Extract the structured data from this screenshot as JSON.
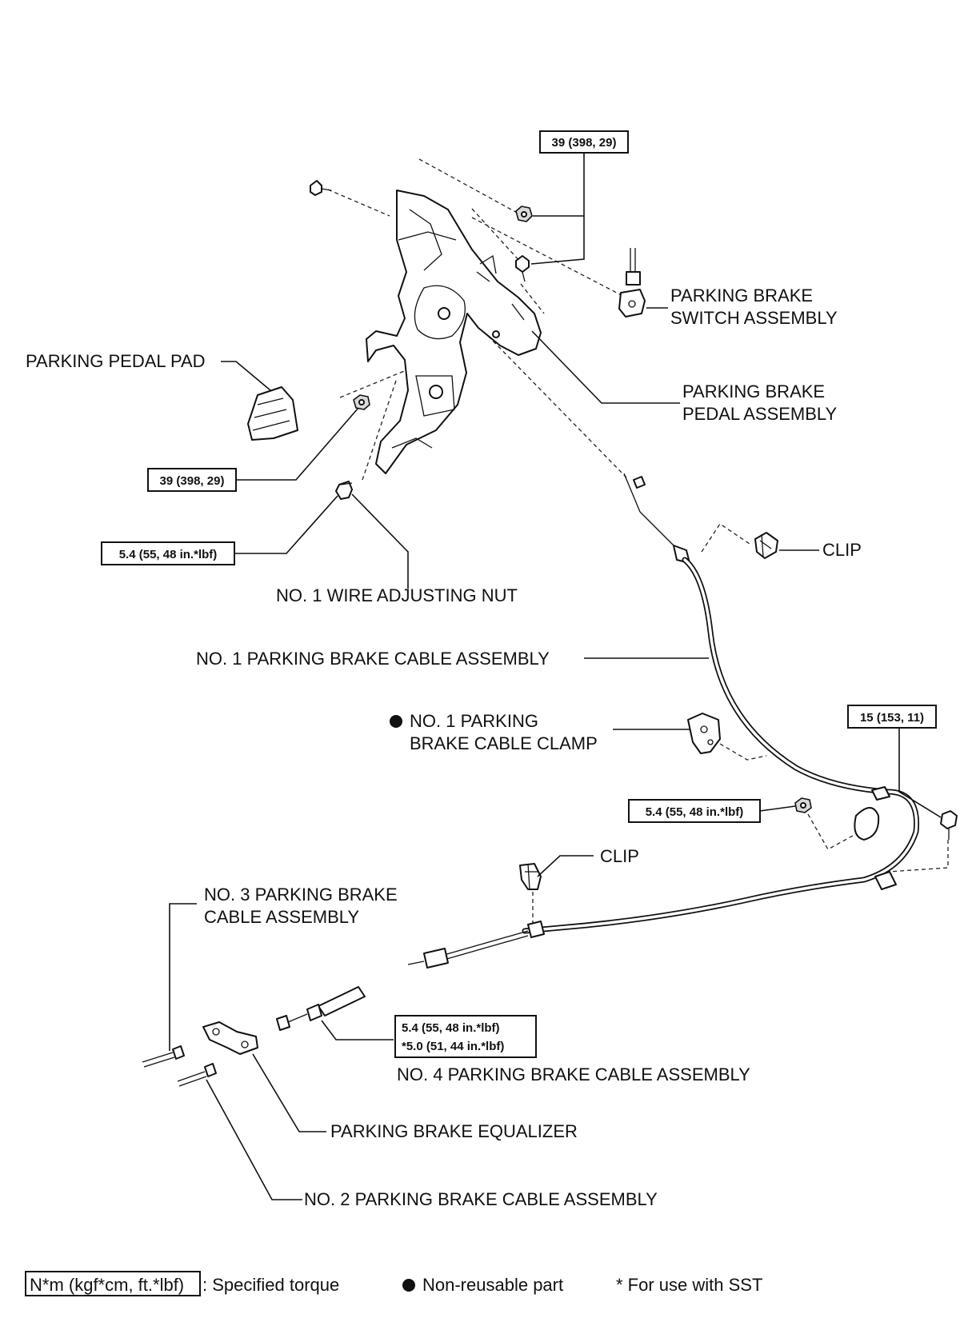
{
  "labels": {
    "switch_line1": "PARKING BRAKE",
    "switch_line2": "SWITCH ASSEMBLY",
    "pedal_pad": "PARKING PEDAL PAD",
    "pedal_line1": "PARKING BRAKE",
    "pedal_line2": "PEDAL ASSEMBLY",
    "clip_upper": "CLIP",
    "adjusting_nut": "NO. 1 WIRE ADJUSTING NUT",
    "no1_cable": "NO. 1 PARKING BRAKE CABLE ASSEMBLY",
    "clamp_line1": "NO. 1 PARKING",
    "clamp_line2": "BRAKE CABLE CLAMP",
    "clip_lower": "CLIP",
    "no3_line1": "NO. 3 PARKING BRAKE",
    "no3_line2": "CABLE ASSEMBLY",
    "no4_cable": "NO. 4 PARKING BRAKE CABLE ASSEMBLY",
    "equalizer": "PARKING BRAKE EQUALIZER",
    "no2_cable": "NO. 2 PARKING BRAKE CABLE ASSEMBLY"
  },
  "torques": {
    "top_nut": "39 (398, 29)",
    "pedal_nut": "39 (398, 29)",
    "adjusting_nut": "5.4 (55, 48 in.*lbf)",
    "clamp_bolt": "15 (153, 11)",
    "clamp_nut": "5.4 (55, 48 in.*lbf)",
    "no4_line1": "5.4 (55, 48 in.*lbf)",
    "no4_line2": "*5.0 (51, 44 in.*lbf)"
  },
  "legend": {
    "torque_box": "N*m (kgf*cm, ft.*lbf)",
    "torque_text": ": Specified torque",
    "nonreusable_text": "Non-reusable part",
    "sst_text": "* For use with SST"
  }
}
